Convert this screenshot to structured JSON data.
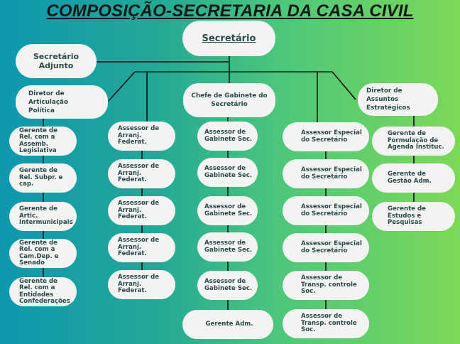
{
  "title": "COMPOSIÇÃO-SECRETARIA DA CASA CIVIL",
  "top": {
    "secretario": "Secretário",
    "adjunto": "Secretário Adjunto",
    "diretor_articulacao": "Diretor de Articulação Política",
    "chefe_gabinete": "Chefe de Gabinete do Secretário",
    "diretor_assuntos": "Diretor de Assuntos Estratégicos"
  },
  "columns": [
    [
      "Gerente de Rel. com a Assemb. Legislativa",
      "Gerente de Rel. Subpr. e cap.",
      "Gerente de Artic. Intermunicipais",
      "Gerente de Rel. com a Cam.Dep. e Senado",
      "Gerente de Rel. com a Entidades Confederações"
    ],
    [
      "Assessor de Arranj. Federat.",
      "Assessor de Arranj. Federat.",
      "Assessor de Arranj. Federat.",
      "Assessor de Arranj. Federat.",
      "Assessor de Arranj. Federat."
    ],
    [
      "Assessor de Gabinete Sec.",
      "Assessor de Gabinete Sec.",
      "Assessor de Gabinete Sec.",
      "Assessor de Gabinete Sec.",
      "Assessor de Gabinete Sec.",
      "Gerente Adm."
    ],
    [
      "Assessor Especial do Secretário",
      "Assessor Especial do Secretário",
      "Assessor Especial do Secretário",
      "Assessor Especial do Secretário",
      "Assessor de Transp. controle Soc.",
      "Assessor de Transp. controle Soc."
    ],
    [
      "Gerente de Formulação de Agenda Instituc.",
      "Gerente de Gestão Adm.",
      "Gerente de Estudos e Pesquisas"
    ]
  ]
}
